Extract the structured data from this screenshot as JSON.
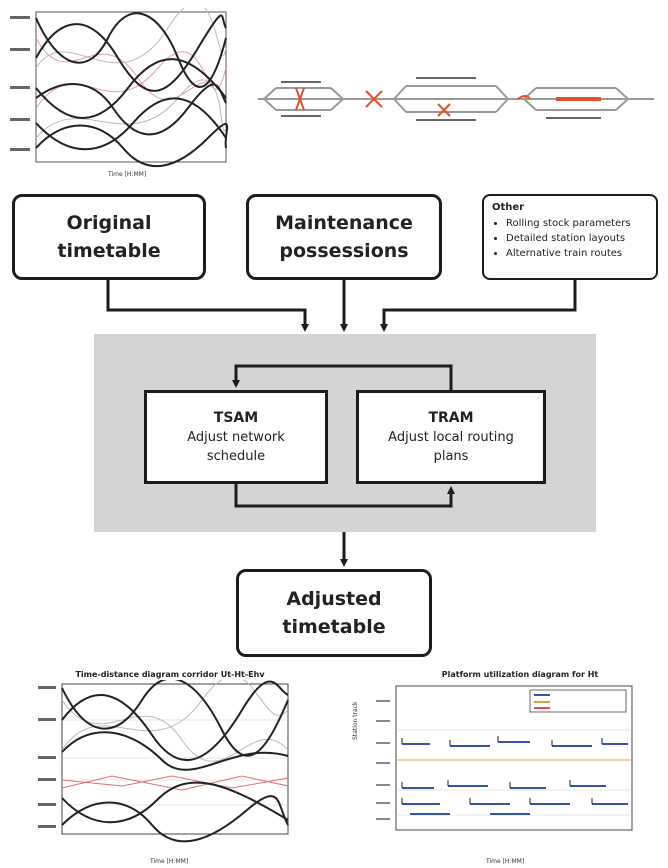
{
  "inputs": {
    "original_timetable": [
      "Original",
      "timetable"
    ],
    "maintenance_possessions": [
      "Maintenance",
      "possessions"
    ],
    "other": {
      "title": "Other",
      "items": [
        "Rolling stock parameters",
        "Detailed station layouts",
        "Alternative train routes"
      ]
    }
  },
  "models": {
    "tsam": {
      "title": "TSAM",
      "lines": [
        "Adjust network",
        "schedule"
      ]
    },
    "tram": {
      "title": "TRAM",
      "lines": [
        "Adjust local routing",
        "plans"
      ]
    }
  },
  "output": {
    "adjusted_timetable": [
      "Adjusted",
      "timetable"
    ]
  },
  "figures": {
    "time_distance_title": "Time-distance diagram corridor Ut-Ht-Ehv",
    "platform_title": "Platform utilization diagram for Ht",
    "time_axis_label": "Time [H:MM]",
    "station_axis_label": "Station track"
  },
  "colors": {
    "line": "#1c1c1c",
    "grey_panel": "#d4d4d4",
    "accent": "#e0502a",
    "trains": "#3355aa"
  }
}
